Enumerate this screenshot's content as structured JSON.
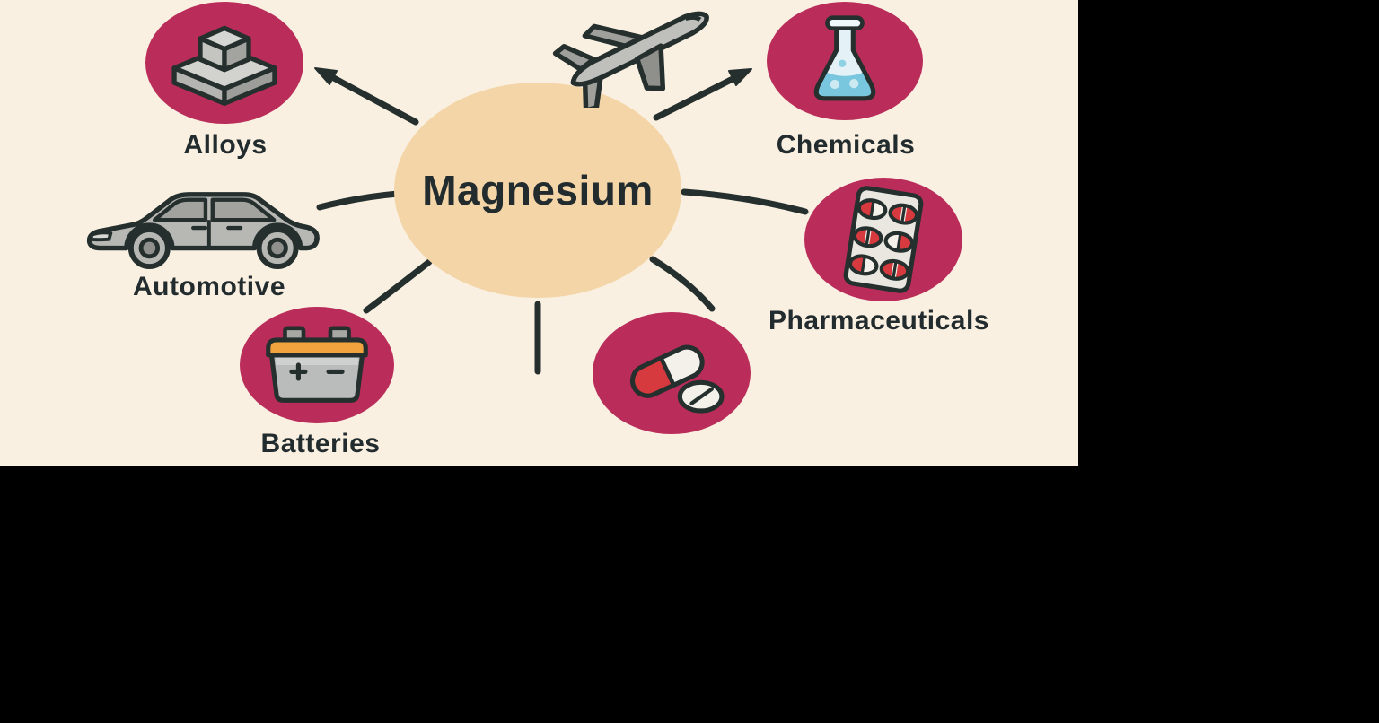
{
  "title": "Magnesium uses diagram",
  "diagram": {
    "center": {
      "label": "Magnesium"
    },
    "nodes": [
      {
        "id": "alloys",
        "label": "Alloys",
        "icon": "metal-ingots-icon"
      },
      {
        "id": "chemicals",
        "label": "Chemicals",
        "icon": "chemical-flask-icon"
      },
      {
        "id": "automotive",
        "label": "Automotive",
        "icon": "car-icon"
      },
      {
        "id": "pharmaceuticals",
        "label": "Pharmaceuticals",
        "icon": "pill-blister-pack-icon"
      },
      {
        "id": "batteries",
        "label": "Batteries",
        "icon": "car-battery-icon"
      },
      {
        "id": "medicine",
        "label": "",
        "icon": "capsule-and-tablet-icon"
      }
    ],
    "decorations": [
      {
        "icon": "airplane-icon"
      }
    ]
  },
  "colors": {
    "background_black": "#000000",
    "panel_cream": "#f9f0e1",
    "bubble_pink": "#ba2d5a",
    "center_peach": "#f4d5a7",
    "ink": "#25302e",
    "pill_red": "#d6393e",
    "battery_orange": "#f2a33e",
    "flask_blue": "#79c7de",
    "icon_gray": "#b7b7b4"
  }
}
